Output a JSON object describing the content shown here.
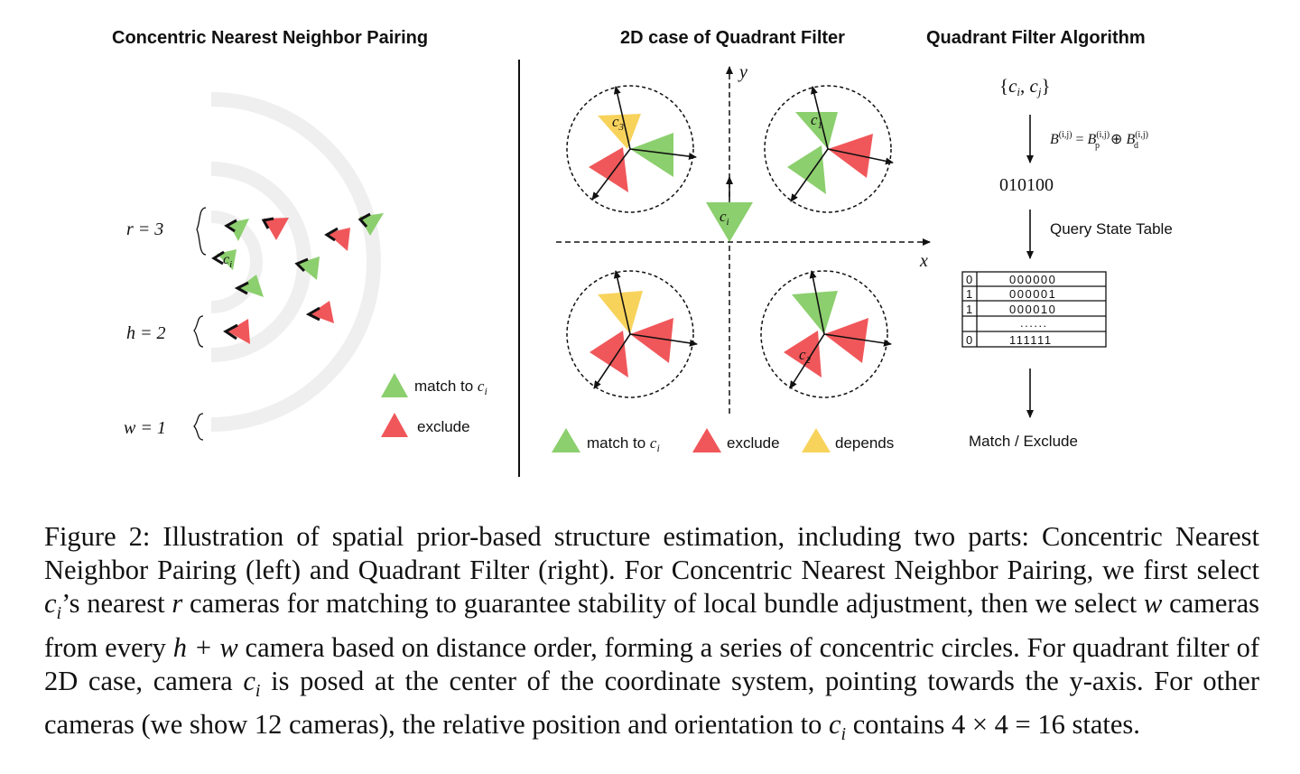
{
  "panels": {
    "left_title": "Concentric Nearest Neighbor Pairing",
    "middle_title": "2D case of Quadrant Filter",
    "right_title": "Quadrant Filter Algorithm"
  },
  "left": {
    "label_r": "r = 3",
    "label_h": "h = 2",
    "label_w": "w = 1",
    "camera_label": "c",
    "camera_sub": "i",
    "legend_match": "match to c",
    "legend_match_sub": "i",
    "legend_exclude": "exclude"
  },
  "middle": {
    "axis_y": "y",
    "axis_x": "x",
    "center_cam": "c",
    "center_sub": "i",
    "cam1": "c",
    "cam1_sub": "1",
    "cam2": "c",
    "cam2_sub": "2",
    "cam3": "c",
    "cam3_sub": "3",
    "legend_match": "match to c",
    "legend_match_sub": "i",
    "legend_exclude": "exclude",
    "legend_depends": "depends"
  },
  "right": {
    "pair": "{c_i, c_j}",
    "formula": "B(i,j) = Bp(i,j) ⊕ Bd(i,j)",
    "bits": "010100",
    "query": "Query State Table",
    "table_rows": [
      {
        "flag": "0",
        "state": "000000"
      },
      {
        "flag": "1",
        "state": "000001"
      },
      {
        "flag": "1",
        "state": "000010"
      },
      {
        "flag": "",
        "state": "......"
      },
      {
        "flag": "0",
        "state": "111111"
      }
    ],
    "result": "Match / Exclude"
  },
  "colors": {
    "green": "#8ccf6e",
    "red": "#f0575a",
    "yellow": "#f8d35c",
    "ring": "#f0f0f0"
  },
  "caption": {
    "text": "Figure 2: Illustration of spatial prior-based structure estimation, including two parts: Concentric Nearest Neighbor Pairing (left) and Quadrant Filter (right). For Concentric Nearest Neighbor Pairing, we first select c_i’s nearest r cameras for matching to guarantee stability of local bundle adjustment, then we select w cameras from every h + w camera based on distance order, forming a series of concentric circles. For quadrant filter of 2D case, camera c_i is posed at the center of the coordinate system, pointing towards the y-axis. For other cameras (we show 12 cameras), the relative position and orientation to c_i contains 4 × 4 = 16 states.",
    "p1": "Figure 2: Illustration of spatial prior-based structure estimation, including two parts: Concentric Nearest Neighbor Pairing (left) and Quadrant Filter (right). For Concentric Nearest Neighbor Pairing, we first select ",
    "ci": "c",
    "ci_sub": "i",
    "p2": "’s nearest ",
    "r": "r",
    "p3": " cameras for matching to guarantee stability of local bundle adjustment, then we select ",
    "w": "w",
    "p4": " cameras from every ",
    "hw": "h + w",
    "p5": " camera based on distance order, forming a series of concentric circles. For quadrant filter of 2D case, camera ",
    "p6": " is posed at the center of the coordinate system, pointing towards the y-axis. For other cameras (we show 12 cameras), the relative position and orientation to ",
    "p7": " contains 4 × 4 = 16 states."
  }
}
